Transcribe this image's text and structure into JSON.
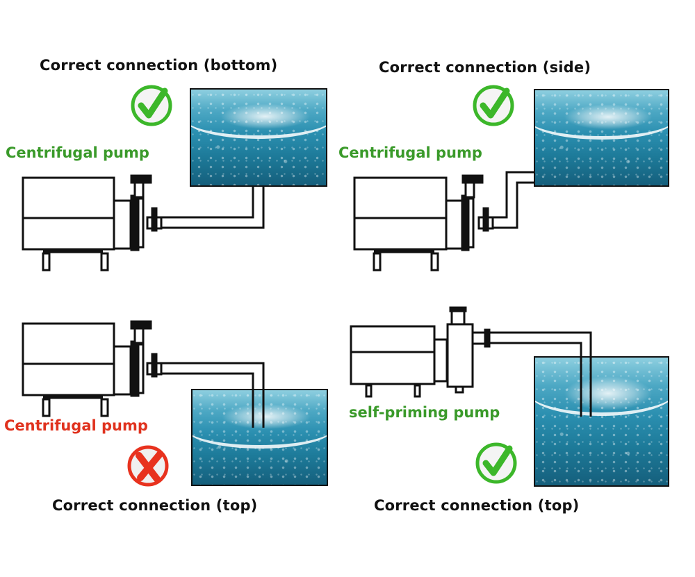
{
  "panels": [
    {
      "title": "Correct connection (bottom)",
      "pump_label": "Centrifugal pump",
      "pump_label_color": "#3a9a2a",
      "status": "correct",
      "status_icon": "check-circle-icon"
    },
    {
      "title": "Correct connection (side)",
      "pump_label": "Centrifugal pump",
      "pump_label_color": "#3a9a2a",
      "status": "correct",
      "status_icon": "check-circle-icon"
    },
    {
      "title": "Correct connection (top)",
      "pump_label": "Centrifugal pump",
      "pump_label_color": "#e0321e",
      "status": "incorrect",
      "status_icon": "x-circle-icon"
    },
    {
      "title": "Correct connection (top)",
      "pump_label": "self-priming pump",
      "pump_label_color": "#3a9a2a",
      "status": "correct",
      "status_icon": "check-circle-icon"
    }
  ],
  "colors": {
    "correct": "#3cb72a",
    "incorrect": "#e8321e",
    "line": "#111111"
  }
}
